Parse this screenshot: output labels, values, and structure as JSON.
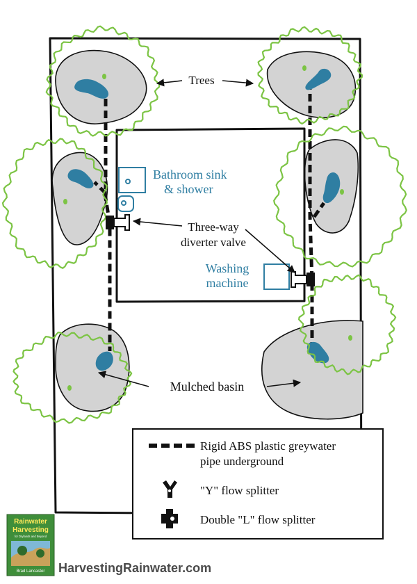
{
  "labels": {
    "trees": "Trees",
    "bathroom_line1": "Bathroom sink",
    "bathroom_line2": "& shower",
    "valve_line1": "Three-way",
    "valve_line2": "diverter valve",
    "washer_line1": "Washing",
    "washer_line2": "machine",
    "basin": "Mulched basin"
  },
  "legend": {
    "pipe_line1": "Rigid ABS plastic greywater",
    "pipe_line2": "pipe underground",
    "y_splitter": "\"Y\" flow splitter",
    "double_l_splitter": "Double \"L\" flow splitter"
  },
  "book_cover": {
    "title_line1": "Rainwater",
    "title_line2": "Harvesting",
    "subtitle": "for Drylands and Beyond",
    "author": "Brad Lancaster"
  },
  "website": "HarvestingRainwater.com",
  "colors": {
    "outline": "#111111",
    "basin": "#d3d3d3",
    "tree_canopy": "#7cc444",
    "water": "#2f7ea2",
    "cover_green": "#3f8e3a",
    "cover_title": "#ffe85a",
    "website_text": "#4a4a4a"
  },
  "icons": [
    "tree-canopy-icon",
    "water-outlet-icon",
    "y-splitter-icon",
    "double-l-splitter-icon",
    "diverter-valve-icon",
    "sink-icon",
    "book-cover-icon"
  ]
}
